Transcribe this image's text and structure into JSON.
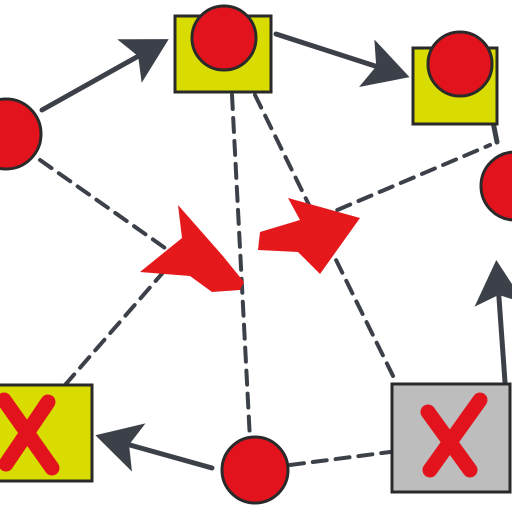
{
  "diagram": {
    "nodes": [
      {
        "id": "top-box",
        "kind": "box-with-circle",
        "box_color": "#d9dc00",
        "circle_color": "#e2131c"
      },
      {
        "id": "right-box",
        "kind": "box-with-circle",
        "box_color": "#d9dc00",
        "circle_color": "#e2131c"
      },
      {
        "id": "left-circle",
        "kind": "circle",
        "circle_color": "#e2131c"
      },
      {
        "id": "right-circle",
        "kind": "circle",
        "circle_color": "#e2131c"
      },
      {
        "id": "bottom-circle",
        "kind": "circle",
        "circle_color": "#e2131c"
      },
      {
        "id": "bottom-left-box",
        "kind": "box-with-x",
        "box_color": "#d9dc00",
        "x_color": "#e2131c",
        "status": "rejected"
      },
      {
        "id": "bottom-right-box",
        "kind": "box-with-x",
        "box_color": "#bdbdbd",
        "x_color": "#e2131c",
        "status": "rejected"
      }
    ],
    "edges": [
      {
        "from": "left-circle",
        "to": "top-box",
        "style": "solid-arrow",
        "color": "#3c4049"
      },
      {
        "from": "top-box",
        "to": "right-box",
        "style": "solid-arrow",
        "color": "#3c4049"
      },
      {
        "from": "bottom-circle",
        "to": "bottom-left-box",
        "style": "solid-arrow",
        "color": "#3c4049"
      },
      {
        "from": "bottom-right-box",
        "to": "right-box",
        "style": "solid-arrow",
        "color": "#3c4049"
      },
      {
        "from": "left-circle",
        "to": "center",
        "style": "dashed",
        "color": "#3c4049"
      },
      {
        "from": "top-box",
        "to": "bottom-circle",
        "style": "dashed",
        "color": "#3c4049"
      },
      {
        "from": "top-box",
        "to": "bottom-right-box",
        "style": "dashed",
        "color": "#3c4049"
      },
      {
        "from": "bottom-left-box",
        "to": "center",
        "style": "dashed",
        "color": "#3c4049"
      },
      {
        "from": "center",
        "to": "right-circle",
        "style": "dashed",
        "color": "#3c4049"
      },
      {
        "from": "bottom-circle",
        "to": "bottom-right-box",
        "style": "dashed",
        "color": "#3c4049"
      }
    ],
    "accent_arrows": [
      {
        "id": "center-left-arrow",
        "color": "#e5191c"
      },
      {
        "id": "center-right-arrow",
        "color": "#e5191c"
      }
    ],
    "colors": {
      "node_red": "#e2131c",
      "box_yellow": "#d9dc00",
      "box_gray": "#bdbdbd",
      "edge_dark": "#3c4049",
      "outline": "#2a2a2a",
      "accent_red": "#e5191c"
    }
  }
}
